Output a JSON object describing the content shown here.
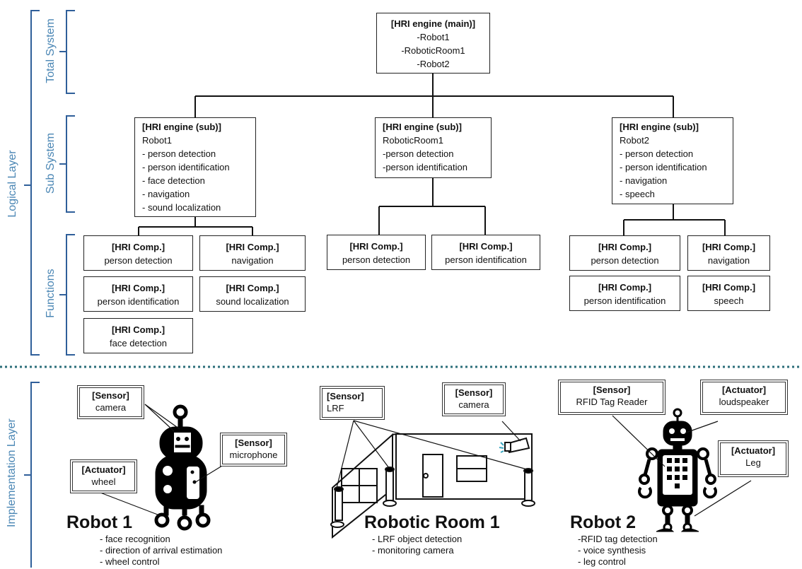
{
  "layer_labels": {
    "logical": "Logical Layer",
    "implementation": "Implementation Layer",
    "total_system": "Total System",
    "sub_system": "Sub System",
    "functions": "Functions"
  },
  "main_engine": {
    "title": "[HRI engine (main)]",
    "items": [
      "-Robot1",
      "-RoboticRoom1",
      "-Robot2"
    ]
  },
  "sub_engines": [
    {
      "title": "[HRI engine (sub)]",
      "name": "Robot1",
      "items": [
        "- person detection",
        "- person identification",
        "- face detection",
        "- navigation",
        "- sound localization"
      ]
    },
    {
      "title": "[HRI engine (sub)]",
      "name": "RoboticRoom1",
      "items": [
        "-person detection",
        "-person identification"
      ]
    },
    {
      "title": "[HRI engine (sub)]",
      "name": "Robot2",
      "items": [
        "- person detection",
        "- person identification",
        "- navigation",
        "- speech"
      ]
    }
  ],
  "components": [
    {
      "title": "[HRI Comp.]",
      "label": "person detection"
    },
    {
      "title": "[HRI Comp.]",
      "label": "navigation"
    },
    {
      "title": "[HRI Comp.]",
      "label": "person identification"
    },
    {
      "title": "[HRI Comp.]",
      "label": "sound localization"
    },
    {
      "title": "[HRI Comp.]",
      "label": "face detection"
    },
    {
      "title": "[HRI Comp.]",
      "label": "person detection"
    },
    {
      "title": "[HRI Comp.]",
      "label": "person identification"
    },
    {
      "title": "[HRI Comp.]",
      "label": "person detection"
    },
    {
      "title": "[HRI Comp.]",
      "label": "navigation"
    },
    {
      "title": "[HRI Comp.]",
      "label": "person identification"
    },
    {
      "title": "[HRI Comp.]",
      "label": "speech"
    }
  ],
  "devices": [
    {
      "title": "[Sensor]",
      "label": "camera"
    },
    {
      "title": "[Sensor]",
      "label": "microphone"
    },
    {
      "title": "[Actuator]",
      "label": "wheel"
    },
    {
      "title": "[Sensor]",
      "label": "LRF"
    },
    {
      "title": "[Sensor]",
      "label": "camera"
    },
    {
      "title": "[Sensor]",
      "label": "RFID Tag Reader"
    },
    {
      "title": "[Actuator]",
      "label": "loudspeaker"
    },
    {
      "title": "[Actuator]",
      "label": "Leg"
    }
  ],
  "implementations": [
    {
      "name": "Robot 1",
      "features": [
        "- face recognition",
        "- direction of arrival estimation",
        "- wheel control"
      ]
    },
    {
      "name": "Robotic Room 1",
      "features": [
        "- LRF object detection",
        "- monitoring camera"
      ]
    },
    {
      "name": "Robot 2",
      "features": [
        "-RFID tag detection",
        "- voice synthesis",
        "- leg control"
      ]
    }
  ],
  "colors": {
    "label_blue": "#4a86b4",
    "divider_teal": "#2c6e7a",
    "line": "#111111"
  }
}
